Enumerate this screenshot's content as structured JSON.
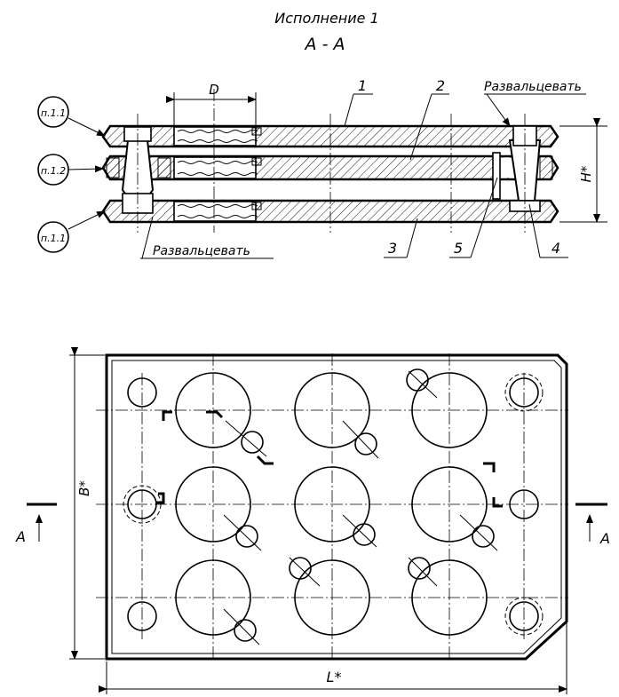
{
  "title": {
    "variant": "Исполнение 1",
    "section": "А - А"
  },
  "section_view": {
    "callouts": [
      "п.1.1",
      "п.1.2",
      "п.1.1"
    ],
    "dimension_d": "D",
    "dimension_h": "H*",
    "note_top": "Развальцевать",
    "note_bottom": "Развальцевать",
    "part_numbers": {
      "p1": "1",
      "p2": "2",
      "p3": "3",
      "p4": "4",
      "p5": "5"
    }
  },
  "plan_view": {
    "dimension_l": "L*",
    "dimension_b": "B*",
    "section_mark_left": "А",
    "section_mark_right": "А"
  }
}
